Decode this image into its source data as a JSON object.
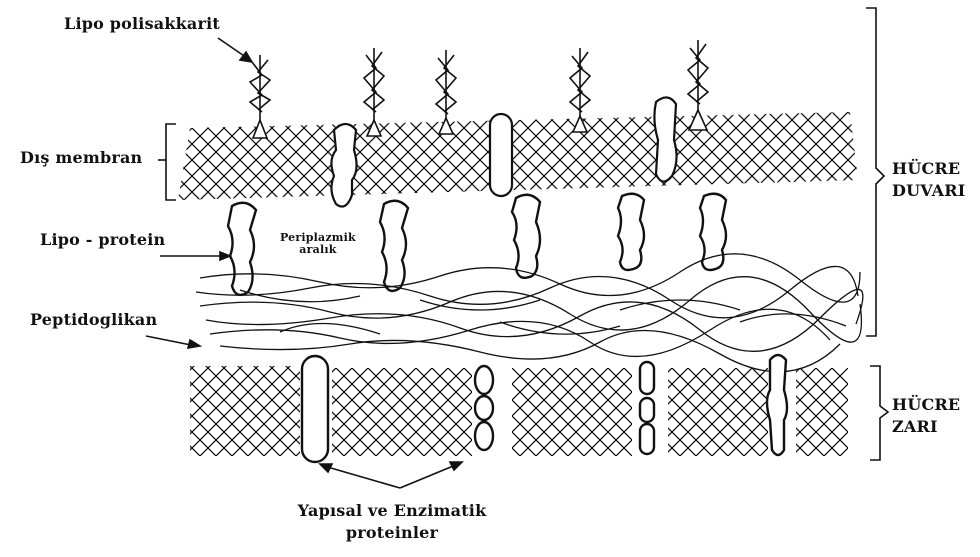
{
  "labels": {
    "lipopolysaccharide": "Lipo polisakkarit",
    "outer_membrane": "Dış membran",
    "lipoprotein": "Lipo - protein",
    "periplasmic_line1": "Periplazmik",
    "periplasmic_line2": "aralık",
    "peptidoglycan": "Peptidoglikan",
    "cell_wall_line1": "HÜCRE",
    "cell_wall_line2": "DUVARI",
    "cell_membrane_line1": "HÜCRE",
    "cell_membrane_line2": "ZARI",
    "proteins_line1": "Yapısal ve Enzimatik",
    "proteins_line2": "proteinler"
  },
  "colors": {
    "ink": "#111111",
    "background": "#ffffff"
  }
}
